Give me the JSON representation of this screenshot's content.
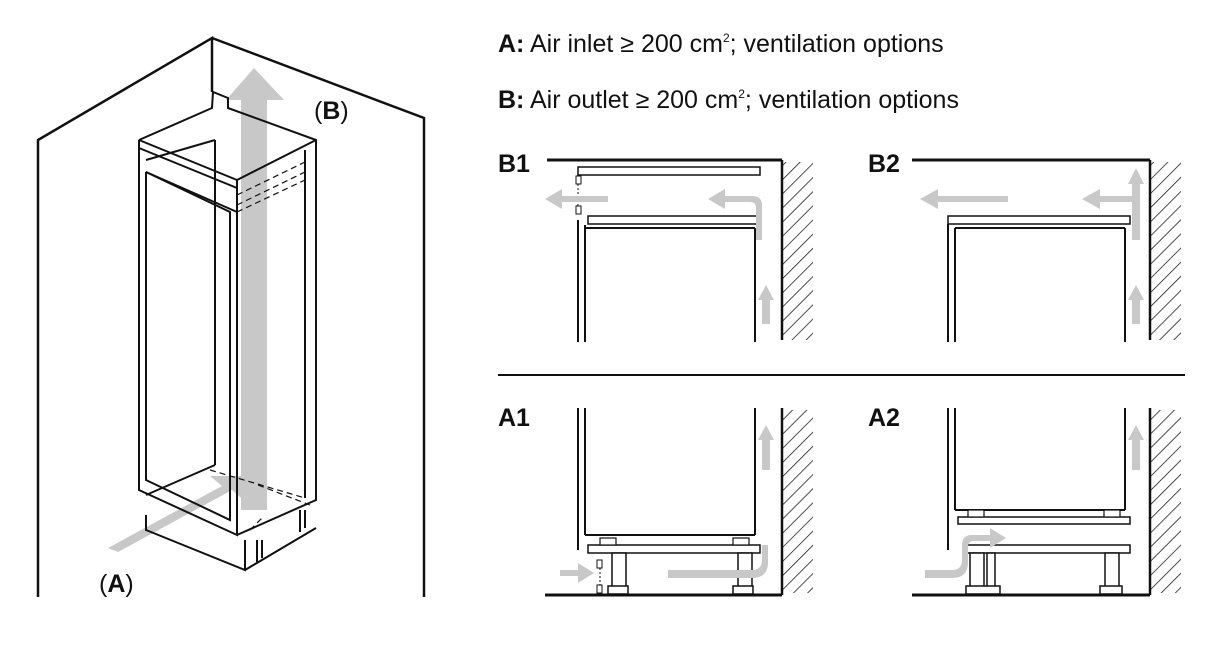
{
  "legend": {
    "a_key": "A:",
    "a_text": "Air inlet ≥ 200 cm",
    "a_sup": "2",
    "a_tail": "; ventilation options",
    "b_key": "B:",
    "b_text": "Air outlet ≥ 200 cm",
    "b_sup": "2",
    "b_tail": "; ventilation options"
  },
  "cabinet": {
    "label_a": "A",
    "label_b": "B"
  },
  "panels": {
    "b1": "B1",
    "b2": "B2",
    "a1": "A1",
    "a2": "A2"
  },
  "colors": {
    "line": "#111111",
    "arrow": "#c8c8c8"
  }
}
